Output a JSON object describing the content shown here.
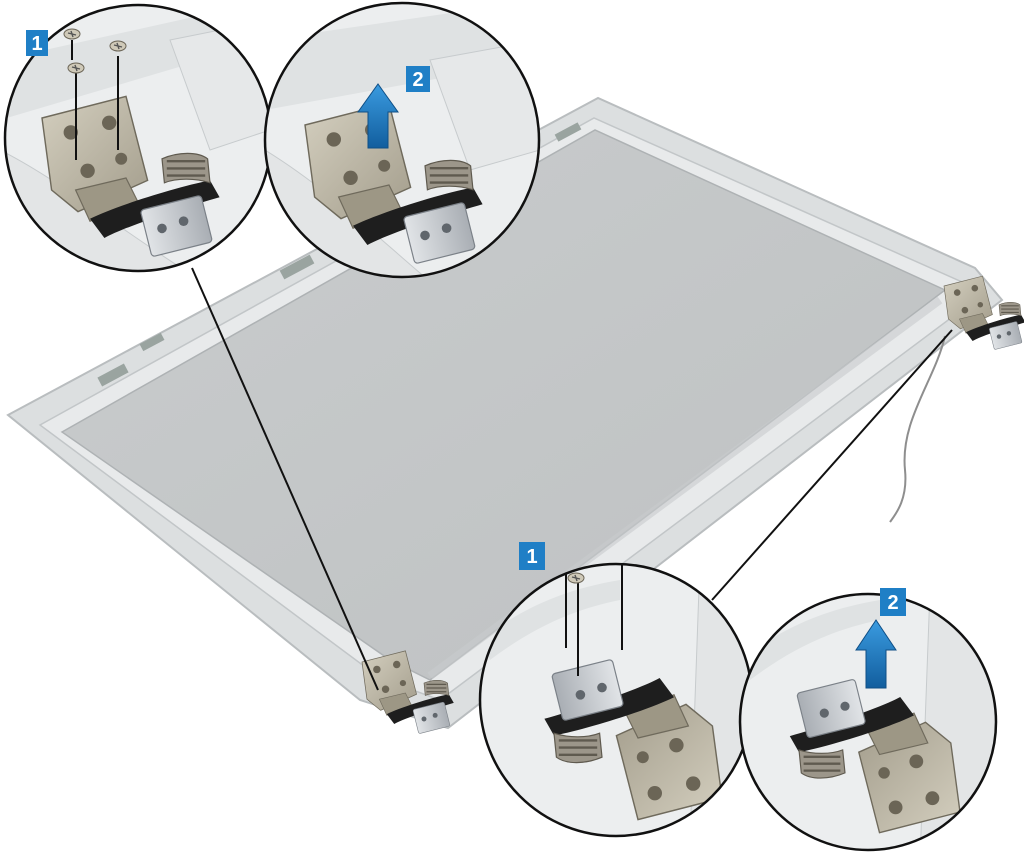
{
  "colors": {
    "badge_fill": "#1f7fc6",
    "badge_text": "#ffffff",
    "bezel": "#d8dbdc",
    "bezel_edge": "#bfc3c5",
    "panel": "#c5c8c9",
    "hinge_metal": "#b9b3a2",
    "hinge_dark": "#2a2a2a",
    "bracket": "#c8ccd0",
    "callout_ring": "#111111"
  },
  "callouts": {
    "top_left_step": "1",
    "top_right_step": "2",
    "bottom_left_step": "1",
    "bottom_right_step": "2"
  },
  "icons": {
    "screw": "screw-icon",
    "arrow": "lift-arrow-icon",
    "hinge": "hinge-icon"
  }
}
